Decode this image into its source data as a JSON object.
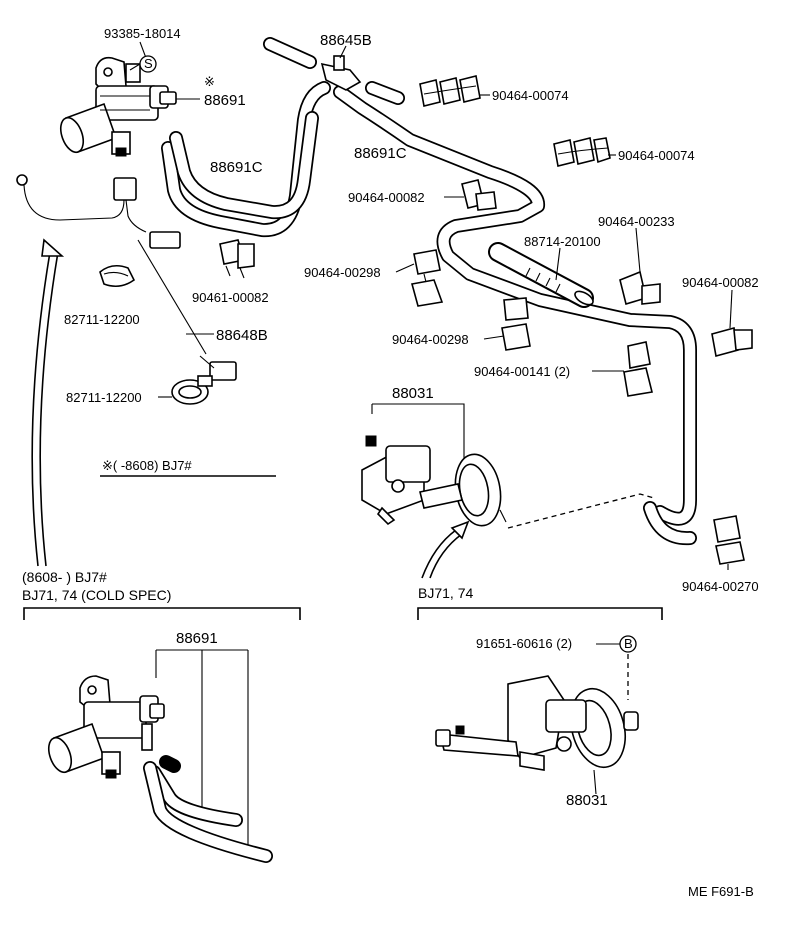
{
  "labels": {
    "p93385": "93385-18014",
    "circle_s": "S",
    "asterisk_mark": "※",
    "p88691_top": "88691",
    "p88645b": "88645B",
    "p90464_00074_a": "90464-00074",
    "p90464_00074_b": "90464-00074",
    "p88691c_left": "88691C",
    "p88691c_mid": "88691C",
    "p90464_00082_mid": "90464-00082",
    "p90464_00233": "90464-00233",
    "p88714": "88714-20100",
    "p90464_00082_right": "90464-00082",
    "p90464_00298_a": "90464-00298",
    "p90464_00298_b": "90464-00298",
    "p90461_00082": "90461-00082",
    "p82711_a": "82711-12200",
    "p88648b": "88648B",
    "p82711_b": "82711-12200",
    "p90464_00141": "90464-00141 (2)",
    "p88031_top": "88031",
    "note_range": "※(        -8608) BJ7#",
    "p90464_00270": "90464-00270",
    "sec_left_line1": "(8608-        ) BJ7#",
    "sec_left_line2": "BJ71, 74 (COLD  SPEC)",
    "p88691_bottom": "88691",
    "sec_right": "BJ71, 74",
    "p91651": "91651-60616 (2)",
    "circle_b": "B",
    "p88031_bottom": "88031",
    "footer_code": "ME  F691-B"
  }
}
